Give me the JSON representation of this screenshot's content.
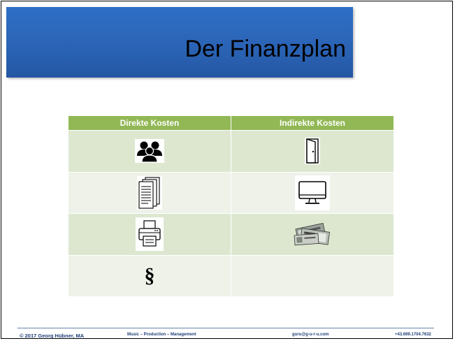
{
  "slide": {
    "title": "Der Finanzplan"
  },
  "table": {
    "headers": [
      "Direkte Kosten",
      "Indirekte Kosten"
    ],
    "rows": [
      {
        "direct_icon": "group-people-icon",
        "indirect_icon": "door-icon"
      },
      {
        "direct_icon": "documents-stack-icon",
        "indirect_icon": "computer-monitor-icon"
      },
      {
        "direct_icon": "printer-icon",
        "indirect_icon": "money-banknotes-icon"
      },
      {
        "direct_text": "§",
        "direct_icon": "paragraph-law-icon",
        "indirect_icon": ""
      }
    ]
  },
  "footer": {
    "copyright": "© 2017 Georg Hübner, MA",
    "tagline": "Music – Production – Management",
    "email": "guru@g-u-r-u.com",
    "phone": "+43.699.1704.7632"
  },
  "colors": {
    "title_bar": "#2b64b6",
    "table_header": "#92b856",
    "row_odd": "#dde7d0",
    "row_even": "#eef2e9",
    "footer_text": "#1f3f78"
  }
}
